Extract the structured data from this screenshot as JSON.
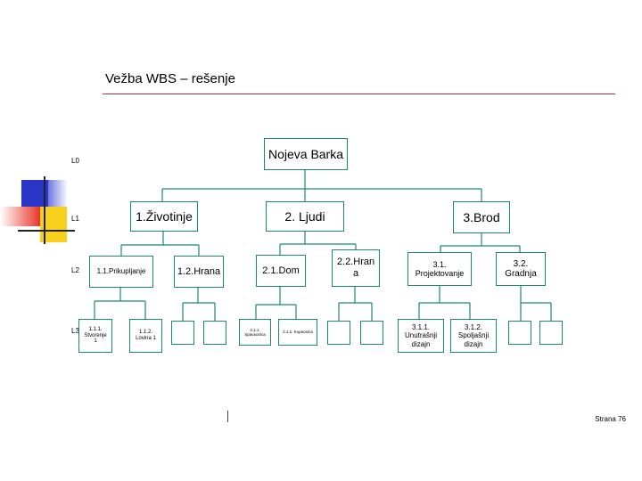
{
  "title": "Vežba WBS – rešenje",
  "levels": [
    "L0",
    "L1",
    "L2",
    "L3"
  ],
  "nodes": {
    "root": "Nojeva Barka",
    "n1": "1.Životinje",
    "n2": "2. Ljudi",
    "n3": "3.Brod",
    "n11": "1.1.Prikupljanje",
    "n12": "1.2.Hrana",
    "n21": "2.1.Dom",
    "n22": "2.2.Hran a",
    "n31": "3.1. Projektovanje",
    "n32": "3.2. Gradnja",
    "n111": "1.1.1. Stvorenje 1",
    "n112": "1.1.2. Lovina 1",
    "n211": "2.1.1. Spavaonica",
    "n212": "2.1.2. Kupaonica",
    "n311": "3.1.1. Unutrašnji dizajn",
    "n312": "3.1.2. Spoljašnji dizajn"
  },
  "footer": "Strana 76",
  "colors": {
    "connector": "#1a8a6e",
    "rule": "#b03030",
    "deco_blue": "#2a35c8",
    "deco_red": "#e8362a",
    "deco_yellow": "#f7d11c"
  }
}
